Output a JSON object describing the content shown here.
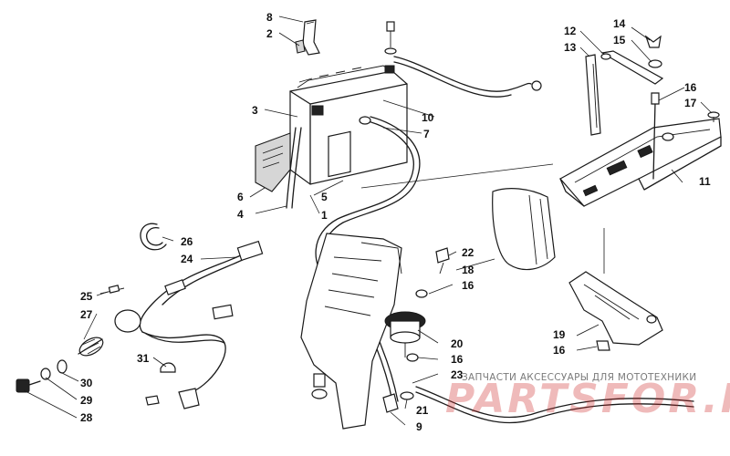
{
  "callouts": {
    "n1": "1",
    "n2": "2",
    "n3": "3",
    "n4": "4",
    "n5": "5",
    "n6": "6",
    "n7": "7",
    "n8": "8",
    "n9": "9",
    "n10": "10",
    "n11": "11",
    "n12": "12",
    "n13": "13",
    "n14": "14",
    "n15": "15",
    "n16a": "16",
    "n16b": "16",
    "n16c": "16",
    "n16d": "16",
    "n17": "17",
    "n18": "18",
    "n19": "19",
    "n20": "20",
    "n21": "21",
    "n22": "22",
    "n23": "23",
    "n24": "24",
    "n25": "25",
    "n26": "26",
    "n27": "27",
    "n28": "28",
    "n29": "29",
    "n30": "30",
    "n31": "31"
  },
  "watermark": {
    "text": "ЗАПЧАСТИ АКСЕССУАРЫ ДЛЯ МОТОТЕХНИКИ",
    "logo": "PARTSFOR.RU"
  }
}
